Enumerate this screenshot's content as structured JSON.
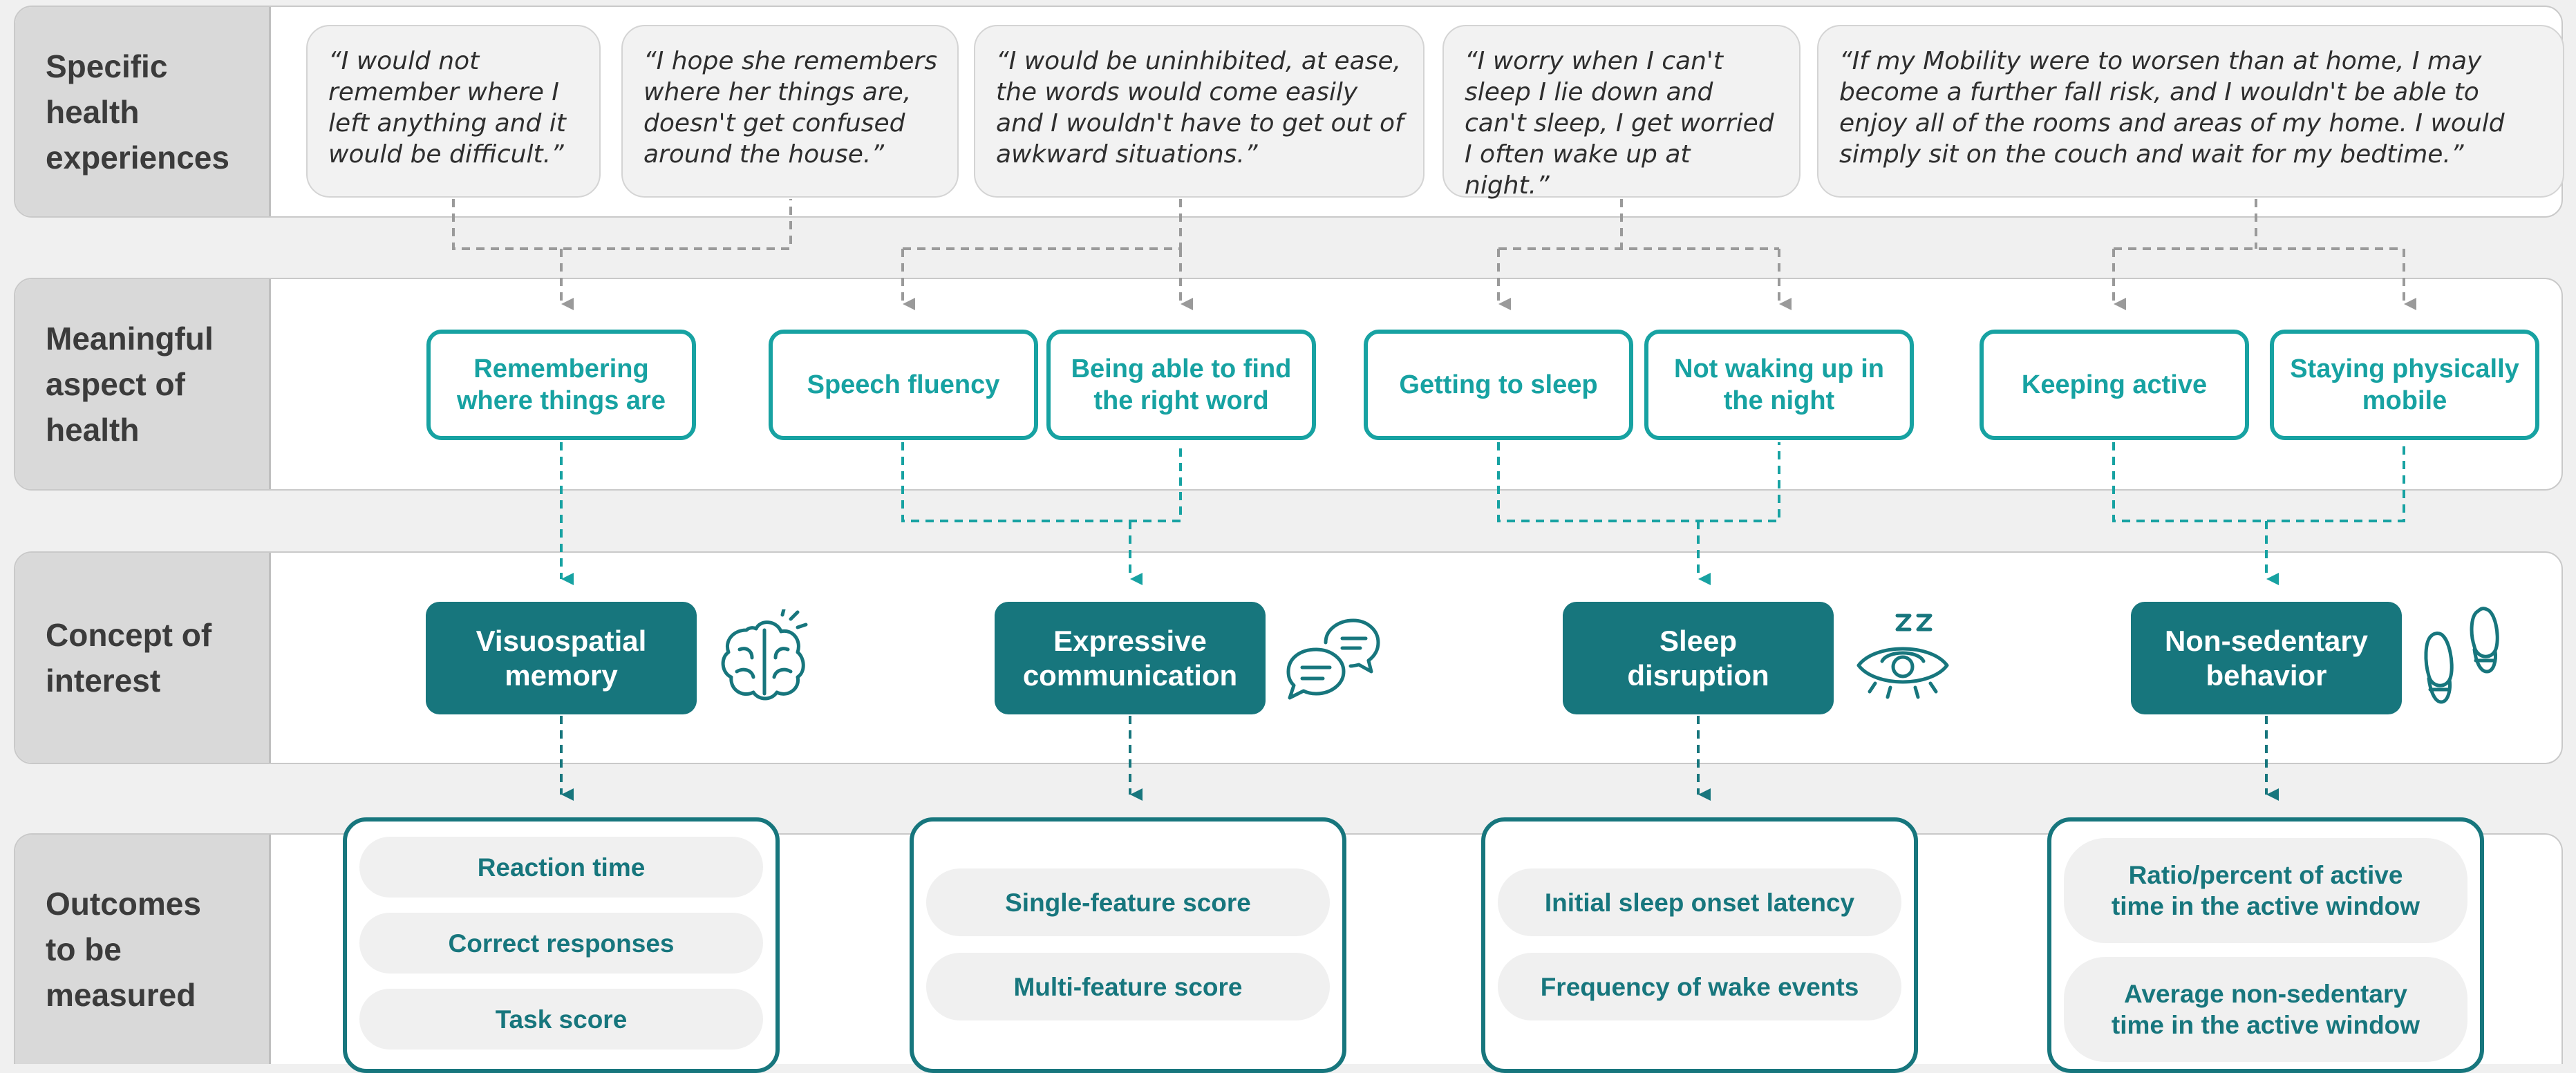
{
  "rows": {
    "experiences": [
      "Specific",
      "health",
      "experiences"
    ],
    "aspects": [
      "Meaningful",
      "aspect of",
      "health"
    ],
    "concepts": [
      "Concept of",
      "interest"
    ],
    "outcomes": [
      "Outcomes",
      "to be",
      "measured"
    ]
  },
  "quotes": [
    [
      "“I would not",
      "remember where I",
      "left anything and it",
      "would be difficult.”"
    ],
    [
      "“I hope she remembers",
      "where her things are,",
      "doesn't get confused",
      "around the house.”"
    ],
    [
      "“I would be uninhibited, at ease,",
      "the words would come easily",
      "and I wouldn't have to get out of",
      "awkward situations.”"
    ],
    [
      "“I worry when I can't",
      "sleep I lie down and",
      "can't sleep, I get worried",
      "I often wake up at night.”"
    ],
    [
      "“If my Mobility were to worsen than at home, I may",
      "become a further fall risk, and I wouldn't be able to",
      "enjoy all of the rooms and areas of my home. I would",
      "simply sit on the couch and wait for my bedtime.”"
    ]
  ],
  "aspects": [
    [
      "Remembering",
      "where things are"
    ],
    [
      "Speech fluency"
    ],
    [
      "Being able to find",
      "the right word"
    ],
    [
      "Getting to sleep"
    ],
    [
      "Not waking up in",
      "the night"
    ],
    [
      "Keeping active"
    ],
    [
      "Staying physically",
      "mobile"
    ]
  ],
  "concepts": [
    {
      "lines": [
        "Visuospatial",
        "memory"
      ],
      "icon": "brain-icon"
    },
    {
      "lines": [
        "Expressive",
        "communication"
      ],
      "icon": "speech-bubbles-icon"
    },
    {
      "lines": [
        "Sleep",
        "disruption"
      ],
      "icon": "sleepy-eye-icon"
    },
    {
      "lines": [
        "Non-sedentary",
        "behavior"
      ],
      "icon": "footprints-icon"
    }
  ],
  "outcomes": [
    [
      [
        "Reaction time"
      ],
      [
        "Correct responses"
      ],
      [
        "Task score"
      ]
    ],
    [
      [
        "Single-feature score"
      ],
      [
        "Multi-feature score"
      ]
    ],
    [
      [
        "Initial sleep onset latency"
      ],
      [
        "Frequency of wake events"
      ]
    ],
    [
      [
        "Ratio/percent of active",
        "time in the active window"
      ],
      [
        "Average non-sedentary",
        "time in the active window"
      ]
    ]
  ],
  "colors": {
    "teal_light": "#17a2a2",
    "teal_dark": "#17767d",
    "label_bg": "#d9d9d9",
    "quote_bg": "#f2f2f2",
    "connector_gray": "#9a9a9a"
  }
}
